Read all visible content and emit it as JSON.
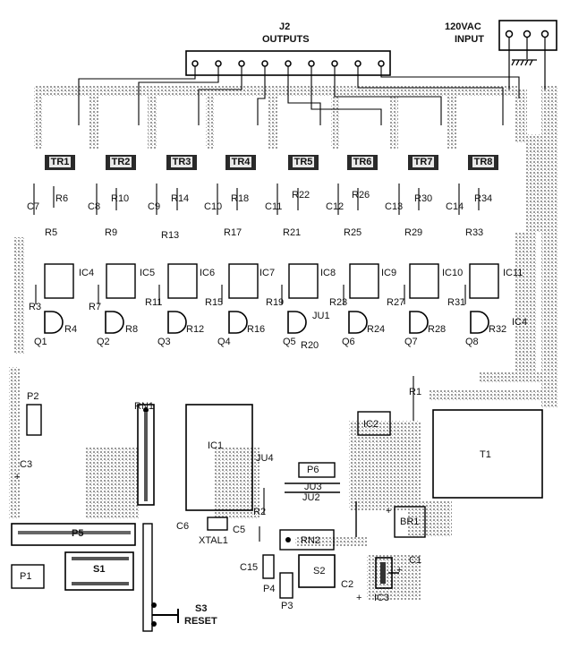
{
  "connectors": {
    "j2": "J2",
    "outputs": "OUTPUTS",
    "ac_line1": "120VAC",
    "ac_line2": "INPUT"
  },
  "triacs": [
    "TR1",
    "TR2",
    "TR3",
    "TR4",
    "TR5",
    "TR6",
    "TR7",
    "TR8"
  ],
  "caps_top": [
    "C7",
    "C8",
    "C9",
    "C10",
    "C11",
    "C12",
    "C13",
    "C14"
  ],
  "res_a": [
    "R6",
    "R10",
    "R14",
    "R18",
    "R22",
    "R26",
    "R30",
    "R34"
  ],
  "res_b": [
    "R5",
    "R9",
    "R13",
    "R17",
    "R21",
    "R25",
    "R29",
    "R33"
  ],
  "opto": [
    "IC4",
    "IC5",
    "IC6",
    "IC7",
    "IC8",
    "IC9",
    "IC10",
    "IC11"
  ],
  "res_c": [
    "R3",
    "R7",
    "R11",
    "R15",
    "R19",
    "R23",
    "R27",
    "R31"
  ],
  "res_d": [
    "R4",
    "R8",
    "R12",
    "R16",
    "R20",
    "R24",
    "R28",
    "R32"
  ],
  "transistors": [
    "Q1",
    "Q2",
    "Q3",
    "Q4",
    "Q5",
    "Q6",
    "Q7",
    "Q8"
  ],
  "misc": {
    "ju1": "JU1",
    "ic4b": "IC4",
    "r1": "R1",
    "p2": "P2",
    "rn1": "RN1",
    "ic1": "IC1",
    "ic2": "IC2",
    "t1": "T1",
    "c3": "C3",
    "ju4": "JU4",
    "p6": "P6",
    "ju3": "JU3",
    "ju2": "JU2",
    "r2": "R2",
    "br1": "BR1",
    "c6": "C6",
    "c5": "C5",
    "xtal1": "XTAL1",
    "p5": "P5",
    "rn2": "RN2",
    "c1": "C1",
    "p1": "P1",
    "s1": "S1",
    "c15": "C15",
    "s2": "S2",
    "c2": "C2",
    "p4": "P4",
    "p3": "P3",
    "ic3": "IC3",
    "s3": "S3",
    "reset": "RESET",
    "plus": "+"
  }
}
